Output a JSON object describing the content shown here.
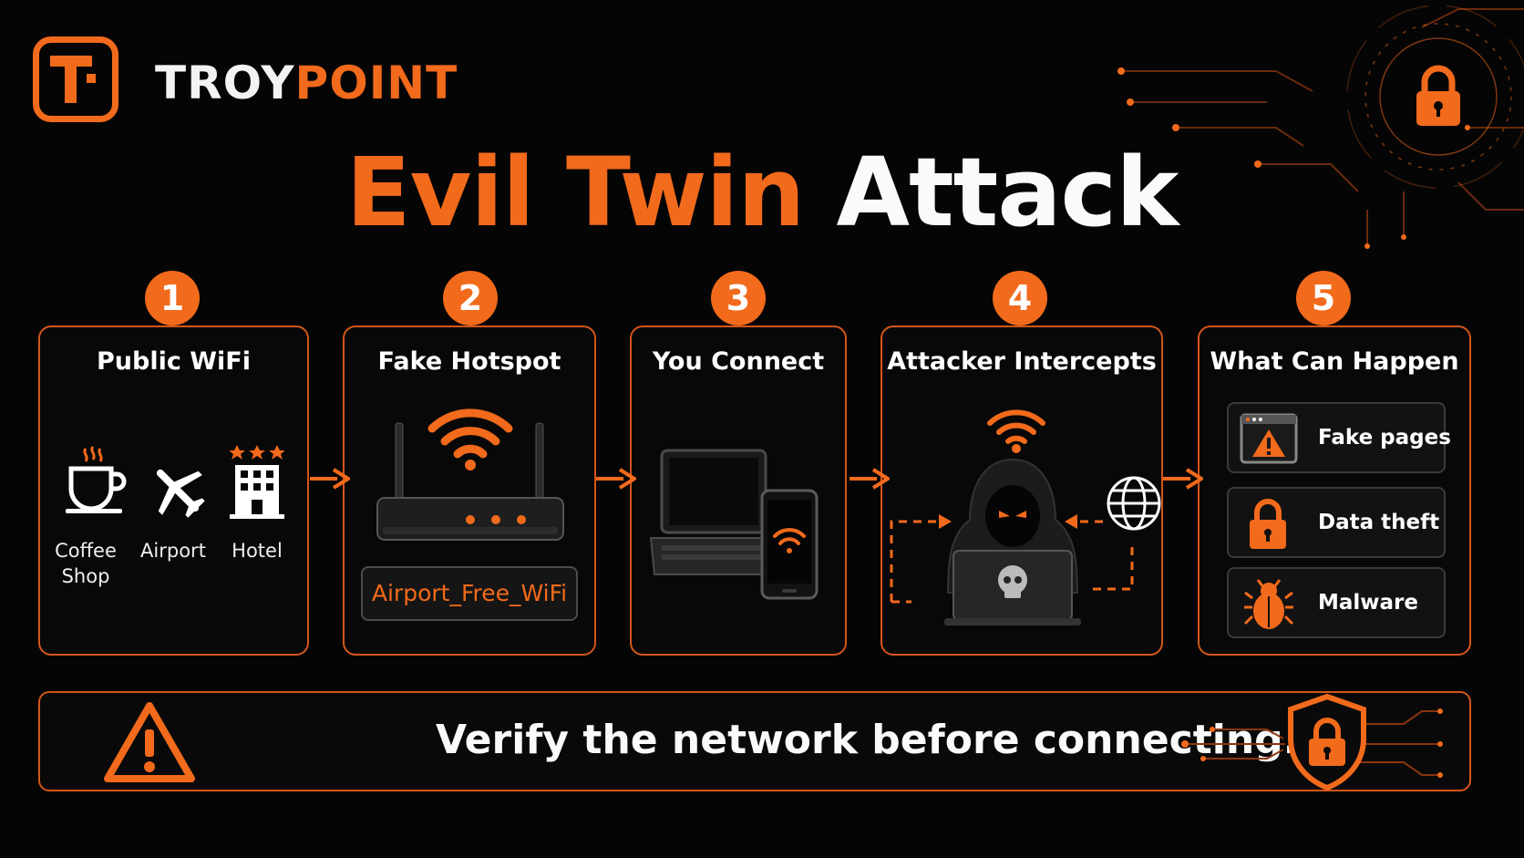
{
  "brand": {
    "part1": "TROY",
    "part2": "POINT"
  },
  "title": {
    "part1": "Evil Twin",
    "part2": "Attack"
  },
  "steps": [
    {
      "number": "1",
      "title": "Public WiFi",
      "places": [
        {
          "icon": "coffee-cup-icon",
          "label": "Coffee\nShop"
        },
        {
          "icon": "airplane-icon",
          "label": "Airport"
        },
        {
          "icon": "hotel-icon",
          "label": "Hotel"
        }
      ]
    },
    {
      "number": "2",
      "title": "Fake Hotspot",
      "ssid": "Airport_Free_WiFi"
    },
    {
      "number": "3",
      "title": "You Connect"
    },
    {
      "number": "4",
      "title": "Attacker Intercepts"
    },
    {
      "number": "5",
      "title": "What Can Happen",
      "risks": [
        {
          "icon": "warning-browser-icon",
          "label": "Fake pages"
        },
        {
          "icon": "padlock-icon",
          "label": "Data theft"
        },
        {
          "icon": "bug-icon",
          "label": "Malware"
        }
      ]
    }
  ],
  "banner": {
    "text": "Verify the network before connecting."
  },
  "colors": {
    "accent": "#f26a1b",
    "background": "#050505",
    "text": "#ffffff"
  }
}
